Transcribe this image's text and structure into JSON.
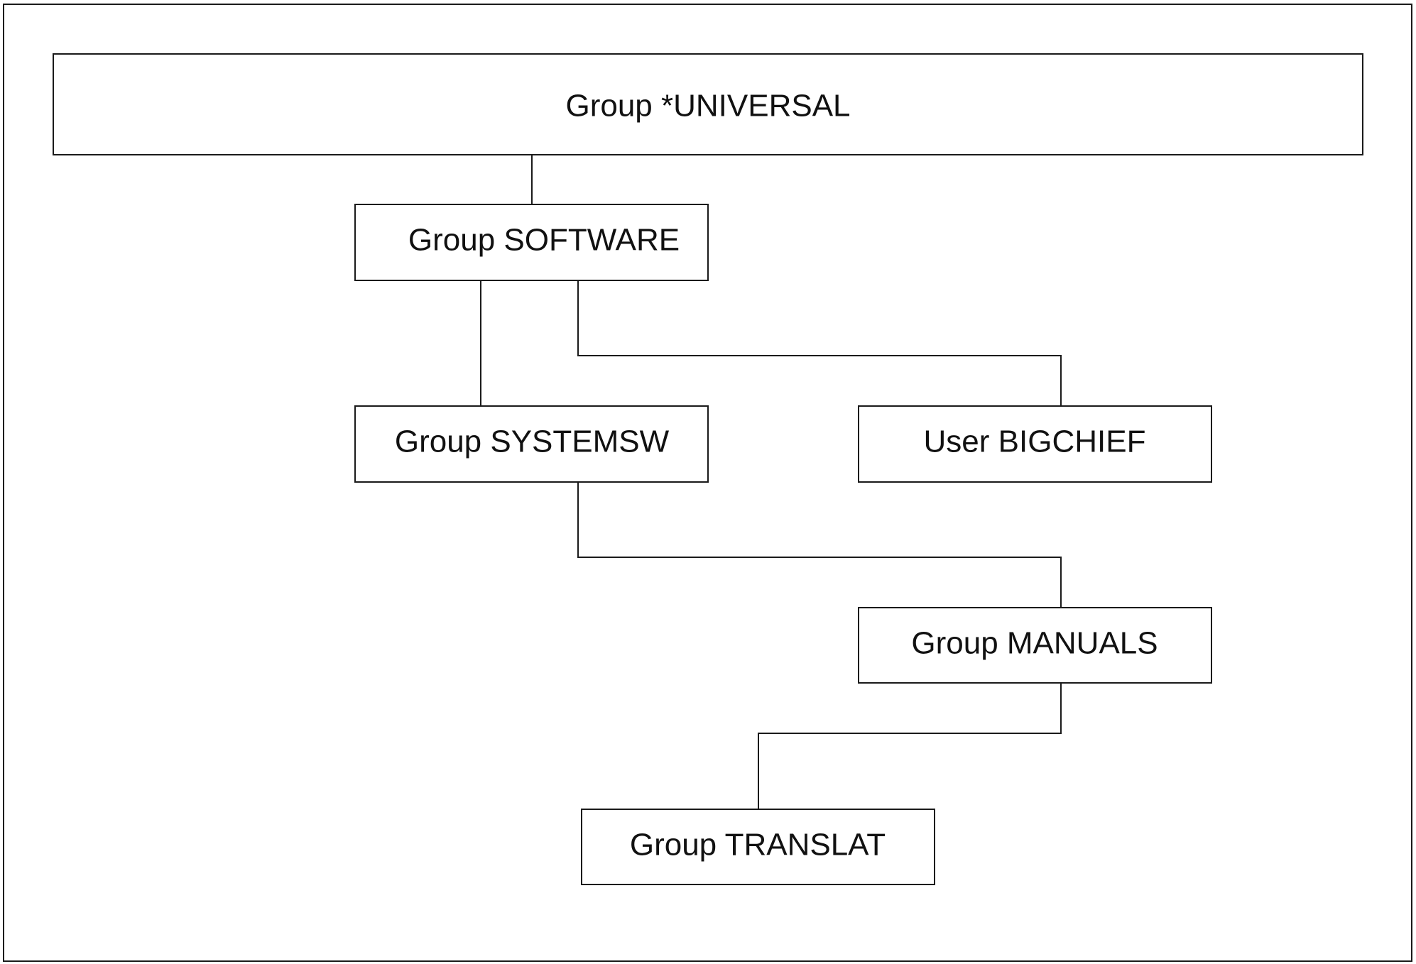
{
  "diagram": {
    "nodes": {
      "universal": "Group *UNIVERSAL",
      "software": "Group SOFTWARE",
      "systemsw": "Group SYSTEMSW",
      "bigchief": "User BIGCHIEF",
      "manuals": "Group MANUALS",
      "translat": "Group TRANSLAT"
    },
    "edges": [
      {
        "from": "universal",
        "to": "software"
      },
      {
        "from": "software",
        "to": "systemsw"
      },
      {
        "from": "software",
        "to": "bigchief"
      },
      {
        "from": "systemsw",
        "to": "manuals"
      },
      {
        "from": "manuals",
        "to": "translat"
      }
    ]
  }
}
